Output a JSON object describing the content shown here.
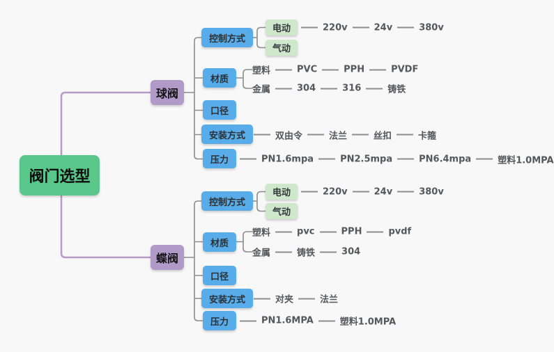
{
  "colors": {
    "background": "#f8f8f8",
    "root_fill": "#5AC78A",
    "branch_fill": "#B29AC8",
    "category_fill": "#57ACE9",
    "subtopic_fill": "#CFE8CB",
    "connector_purple": "#B49BC8",
    "connector_gray": "#8C8C8C",
    "leaf_text": "#54575B"
  },
  "root": {
    "label": "阀门选型"
  },
  "branches": [
    {
      "label": "球阀",
      "categories": [
        {
          "label": "控制方式"
        },
        {
          "label": "材质"
        },
        {
          "label": "口径"
        },
        {
          "label": "安装方式"
        },
        {
          "label": "压力"
        }
      ],
      "control": {
        "electric": {
          "label": "电动",
          "chain": [
            "220v",
            "24v",
            "380v"
          ]
        },
        "pneumatic": {
          "label": "气动"
        }
      },
      "material": {
        "plastic": {
          "label": "塑料",
          "chain": [
            "PVC",
            "PPH",
            "PVDF"
          ]
        },
        "metal": {
          "label": "金属",
          "chain": [
            "304",
            "316",
            "铸铁"
          ]
        }
      },
      "install_chain": [
        "双由令",
        "法兰",
        "丝扣",
        "卡箍"
      ],
      "pressure_chain": [
        "PN1.6mpa",
        "PN2.5mpa",
        "PN6.4mpa",
        "塑料1.0MPA"
      ]
    },
    {
      "label": "蝶阀",
      "categories": [
        {
          "label": "控制方式"
        },
        {
          "label": "材质"
        },
        {
          "label": "口径"
        },
        {
          "label": "安装方式"
        },
        {
          "label": "压力"
        }
      ],
      "control": {
        "electric": {
          "label": "电动",
          "chain": [
            "220v",
            "24v",
            "380v"
          ]
        },
        "pneumatic": {
          "label": "气动"
        }
      },
      "material": {
        "plastic": {
          "label": "塑料",
          "chain": [
            "pvc",
            "PPH",
            "pvdf"
          ]
        },
        "metal": {
          "label": "金属",
          "chain": [
            "铸铁",
            "304"
          ]
        }
      },
      "install_chain": [
        "对夹",
        "法兰"
      ],
      "pressure_chain": [
        "PN1.6MPA",
        "塑料1.0MPA"
      ]
    }
  ]
}
